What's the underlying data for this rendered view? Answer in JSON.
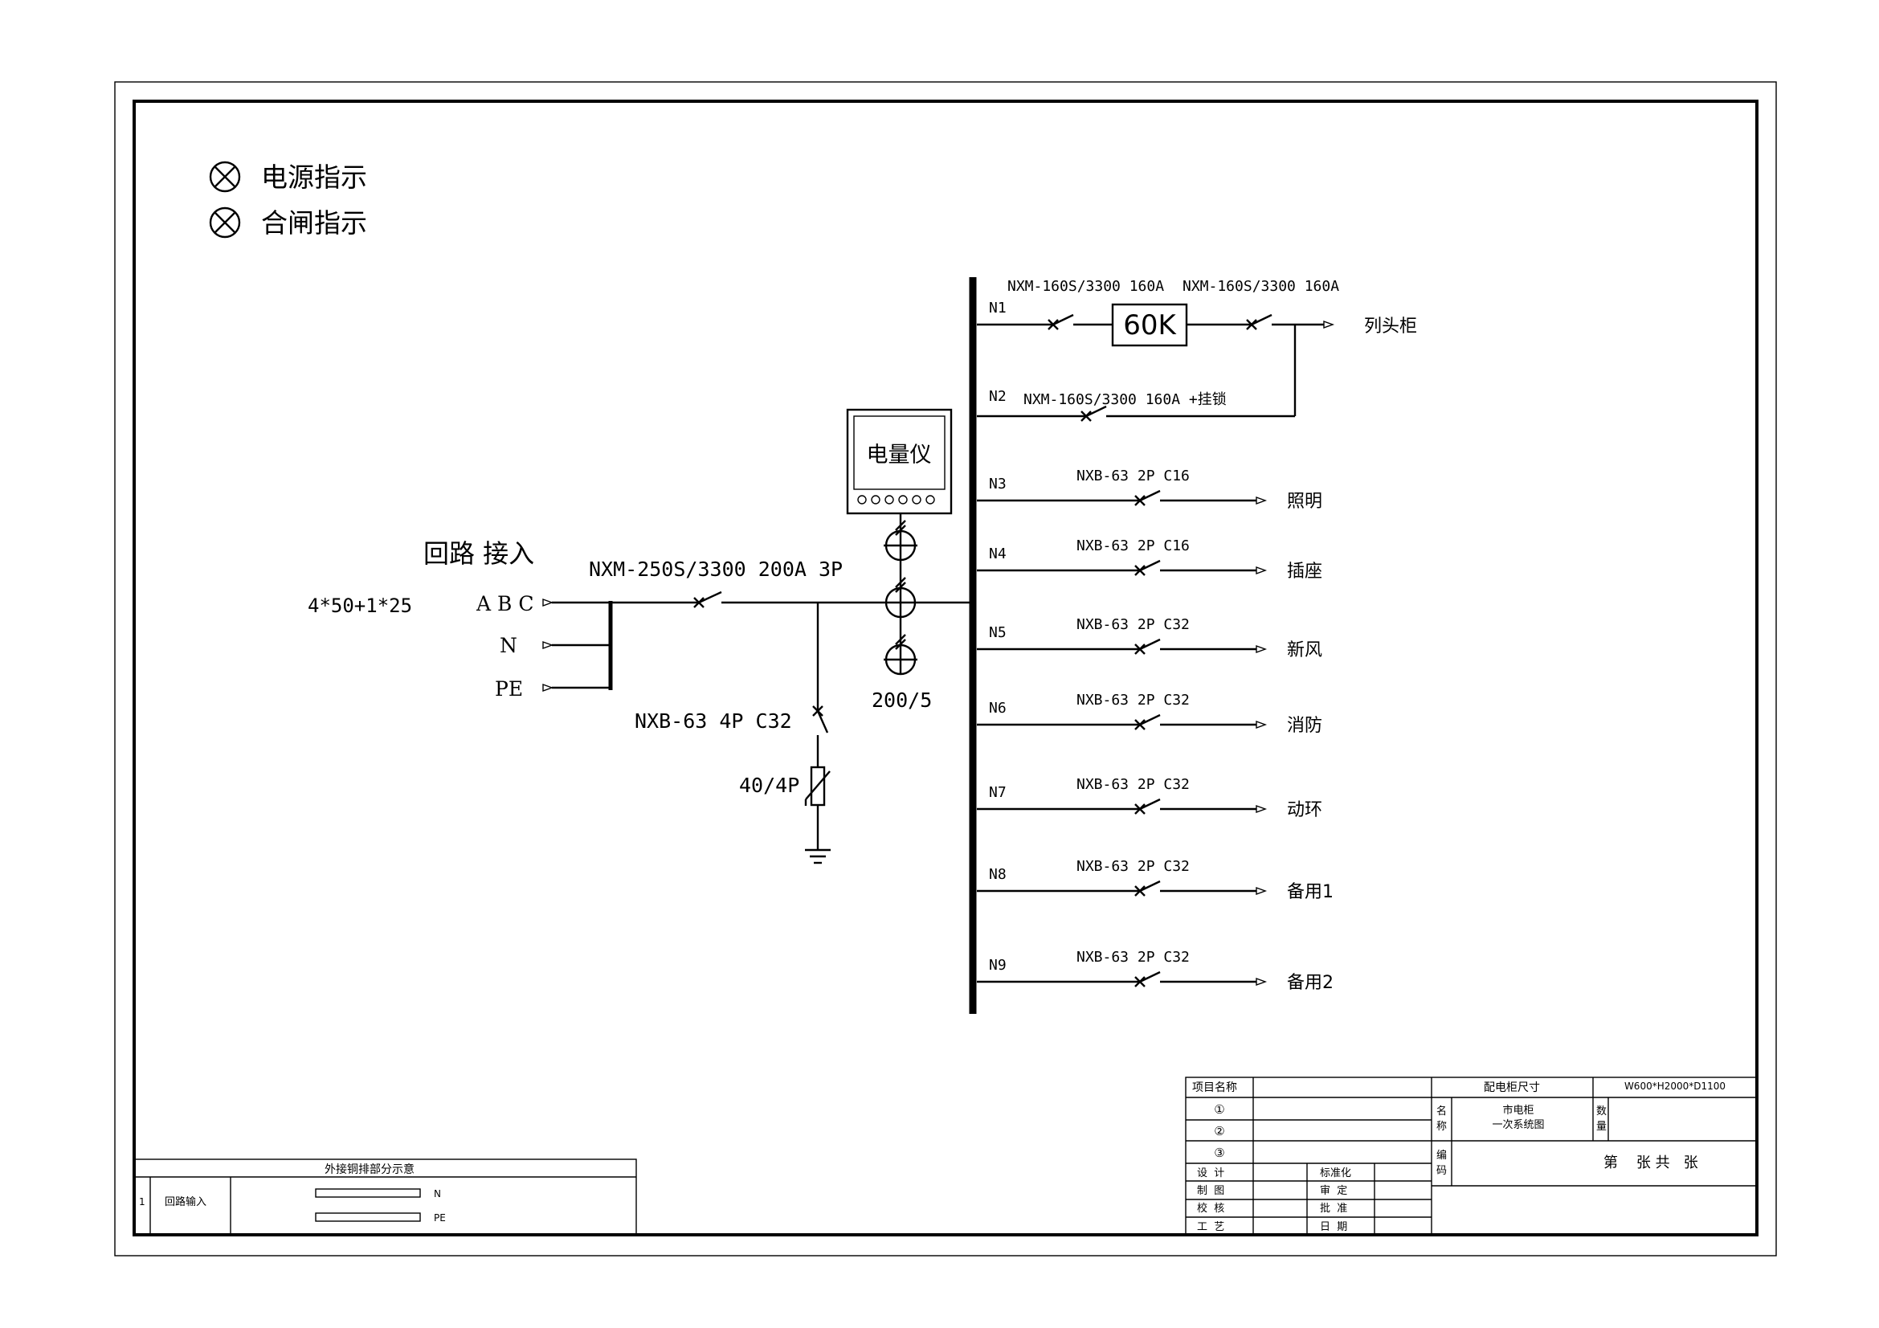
{
  "legend": [
    {
      "label": "电源指示",
      "icon": "indicator-lamp-icon"
    },
    {
      "label": "合闸指示",
      "icon": "indicator-lamp-icon"
    }
  ],
  "incoming": {
    "title": "回路 接入",
    "cable": "4*50+1*25",
    "phase_abc": "A B C",
    "phase_n": "N",
    "phase_pe": "PE",
    "main_breaker": "NXM-250S/3300 200A 3P",
    "spd_breaker": "NXB-63 4P C32",
    "spd": "40/4P",
    "meter": "电量仪",
    "ct_ratio": "200/5"
  },
  "circuits": [
    {
      "id": "N1",
      "breaker": "NXM-160S/3300 160A",
      "breaker2": "NXM-160S/3300 160A",
      "box": "60K",
      "load": "列头柜"
    },
    {
      "id": "N2",
      "breaker": "NXM-160S/3300 160A  +挂锁",
      "load": ""
    },
    {
      "id": "N3",
      "breaker": "NXB-63 2P C16",
      "load": "照明"
    },
    {
      "id": "N4",
      "breaker": "NXB-63 2P C16",
      "load": "插座"
    },
    {
      "id": "N5",
      "breaker": "NXB-63 2P C32",
      "load": "新风"
    },
    {
      "id": "N6",
      "breaker": "NXB-63 2P C32",
      "load": "消防"
    },
    {
      "id": "N7",
      "breaker": "NXB-63 2P C32",
      "load": "动环"
    },
    {
      "id": "N8",
      "breaker": "NXB-63 2P C32",
      "load": "备用1"
    },
    {
      "id": "N9",
      "breaker": "NXB-63 2P C32",
      "load": "备用2"
    }
  ],
  "copper_bar": {
    "title": "外接铜排部分示意",
    "row_no": "1",
    "row_label": "回路输入",
    "bar1": "N",
    "bar2": "PE"
  },
  "title_block": {
    "project_label": "项目名称",
    "n1": "①",
    "n2": "②",
    "n3": "③",
    "design": "设  计",
    "draw": "制  图",
    "check": "校  核",
    "craft": "工  艺",
    "standard": "标准化",
    "review": "审  定",
    "approve": "批  准",
    "date": "日  期",
    "size_label": "配电柜尺寸",
    "size_value": "W600*H2000*D1100",
    "name_label_1": "名",
    "name_label_2": "称",
    "name_value_1": "市电柜",
    "name_value_2": "一次系统图",
    "qty_label_1": "数",
    "qty_label_2": "量",
    "code_label_1": "编",
    "code_label_2": "码",
    "sheet": "第    张 共   张"
  }
}
